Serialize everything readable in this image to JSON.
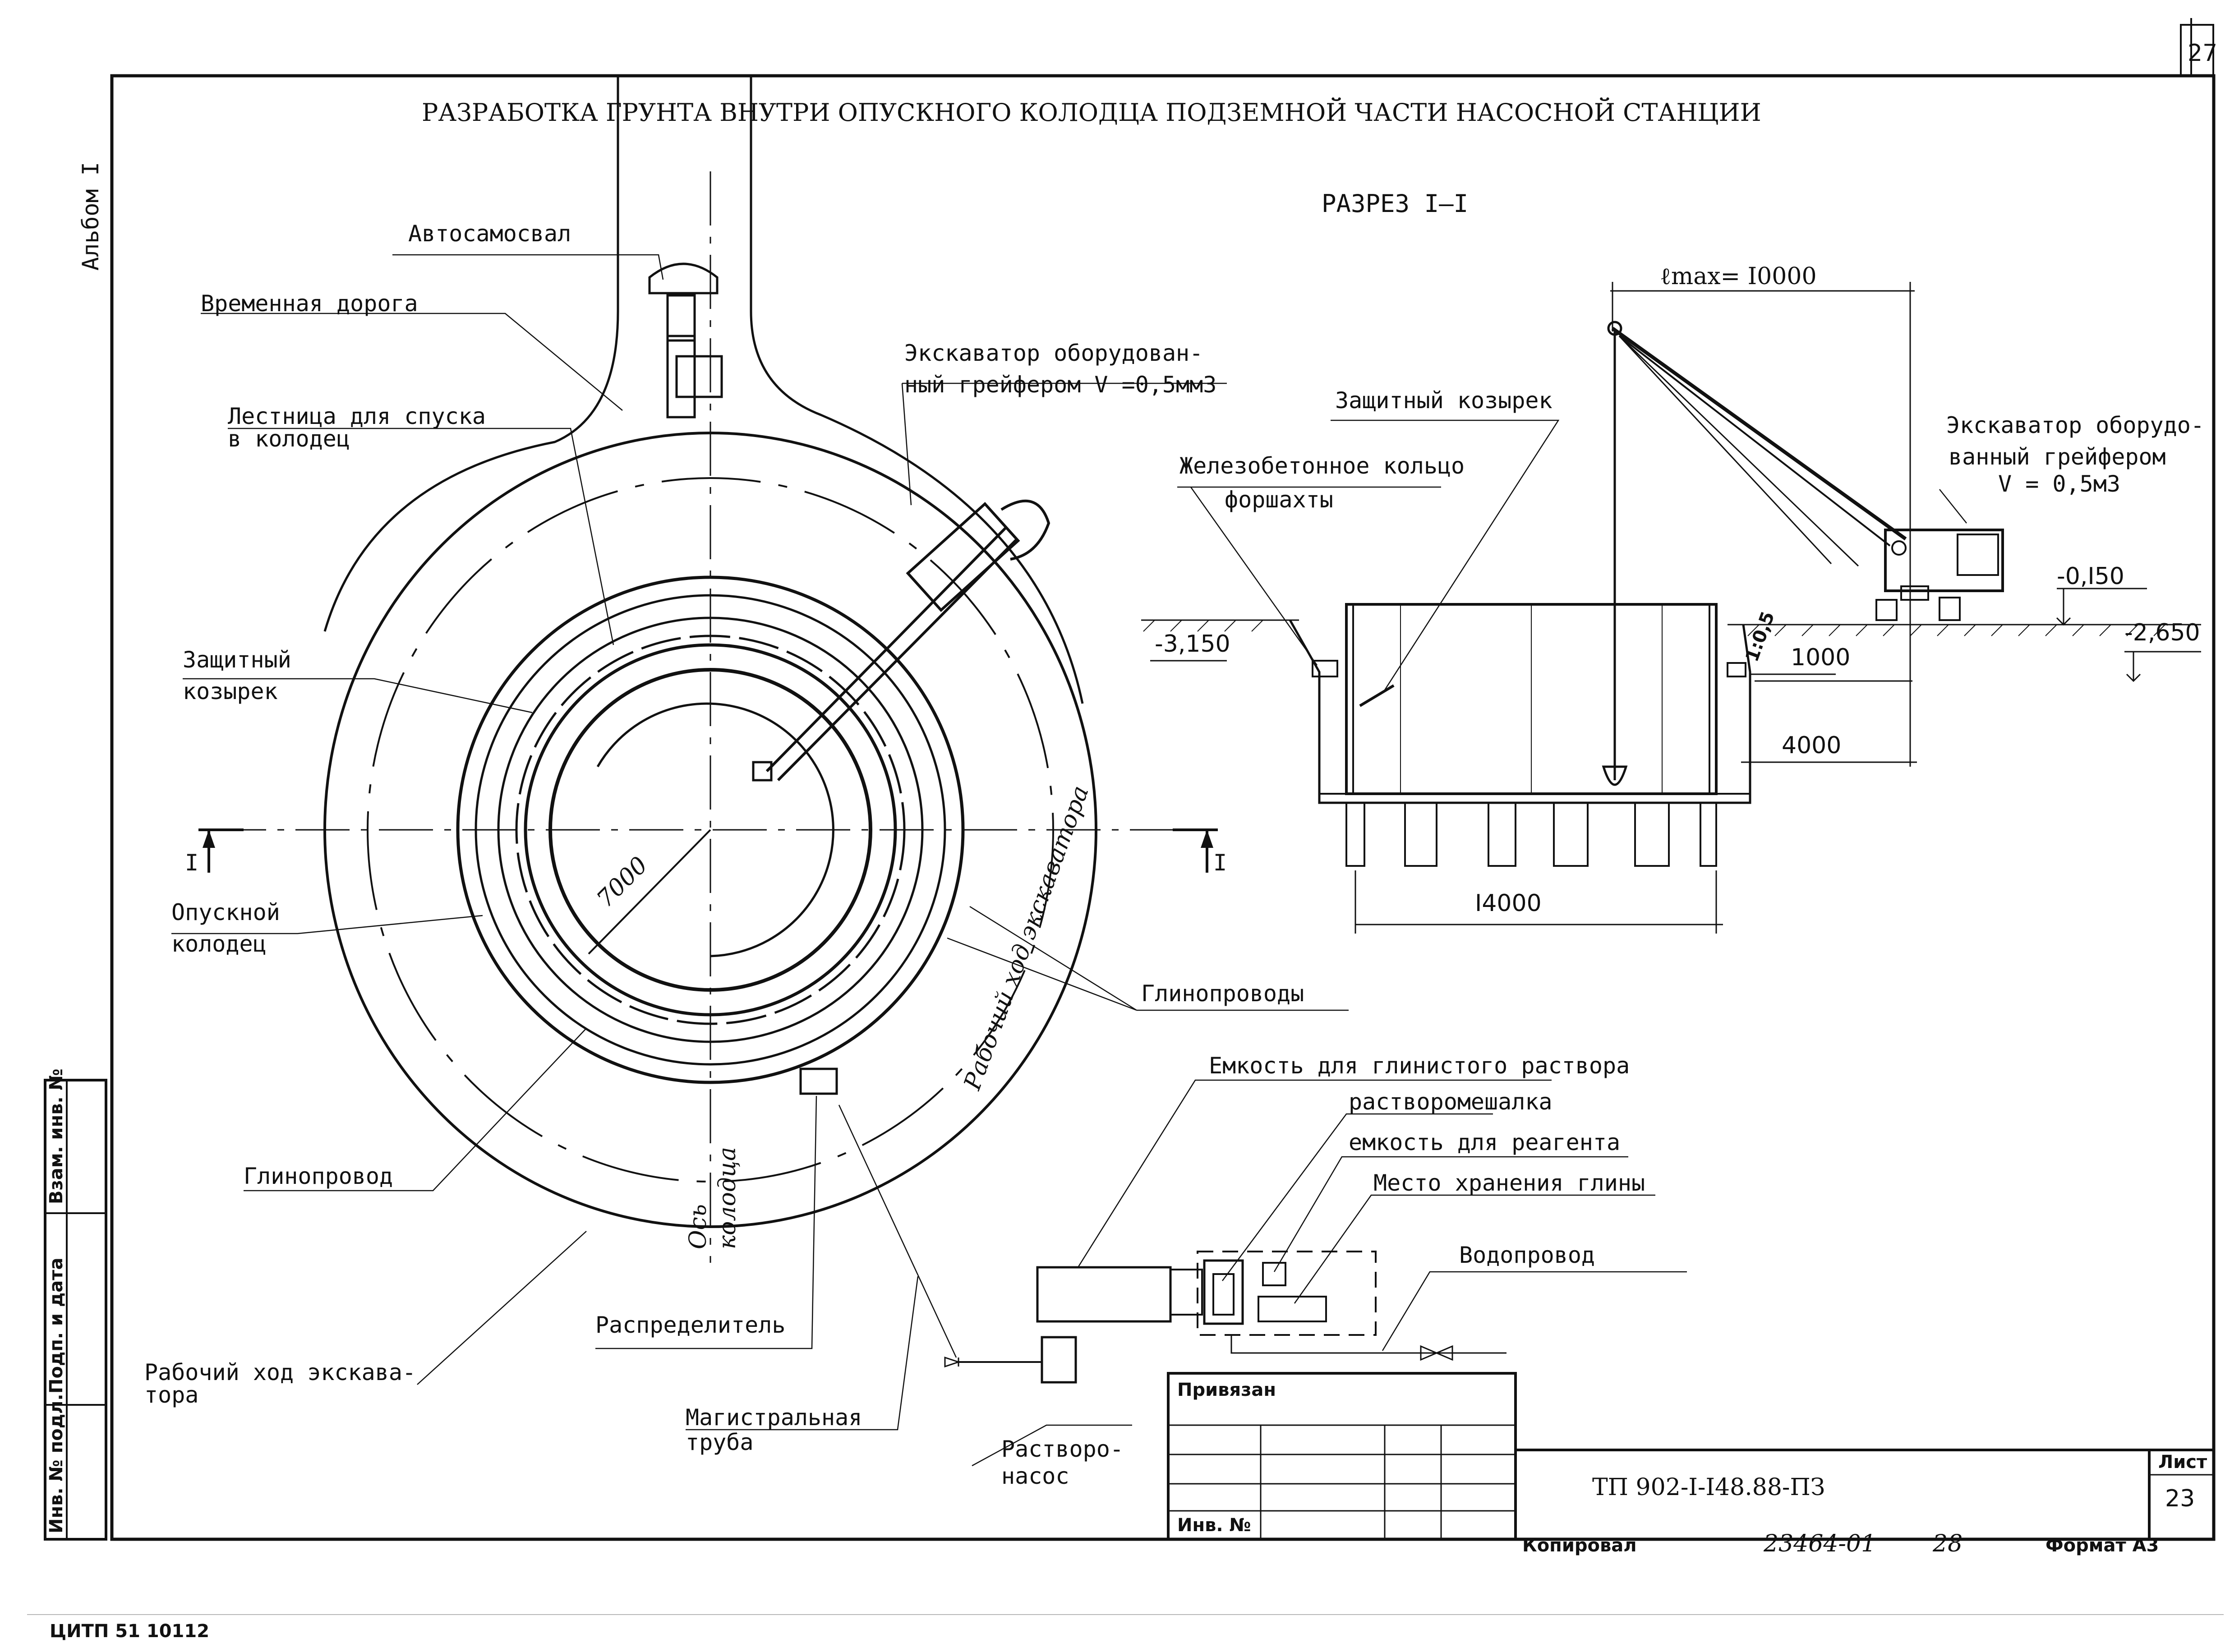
{
  "sheet": {
    "page_number": "27",
    "album": "Альбом I",
    "title": "РАЗРАБОТКА ГРУНТА ВНУТРИ ОПУСКНОГО КОЛОДЦА ПОДЗЕМНОЙ ЧАСТИ НАСОСНОЙ СТАНЦИИ",
    "printer_mark": "ЦИТП  51  10112"
  },
  "plan": {
    "labels": {
      "dump_truck": "Автосамосвал",
      "temp_road": "Временная дорога",
      "ladder_1": "Лестница для спуска",
      "ladder_2": "в колодец",
      "visor_1": "Защитный",
      "visor_2": "козырек",
      "caisson_1": "Опускной",
      "caisson_2": "колодец",
      "clay_pipe": "Глинопровод",
      "distributor": "Распределитель",
      "work_path_1": "Рабочий ход экскава-",
      "work_path_2": "тора",
      "main_pipe_1": "Магистральная",
      "main_pipe_2": "труба",
      "mortar_pump_1": "Растворо-",
      "mortar_pump_2": "насос",
      "clay_pipes": "Глинопроводы",
      "excavator_1": "Экскаватор  оборудован-",
      "excavator_2": "ный грейфером V =0,5мм3",
      "clay_tank": "Емкость для глинистого раствора",
      "mixer": "растворомешалка",
      "reagent_tank": "емкость для реагента",
      "clay_storage": "Место хранения глины",
      "water_pipe": "Водопровод",
      "section_mark_left": "I",
      "section_mark_right": "I",
      "radius": "7000",
      "arc_text": "Рабочий  ход  экскаватора",
      "axis_text_1": "Ось",
      "axis_text_2": "колодца"
    }
  },
  "section": {
    "title": "РАЗРЕЗ I–I",
    "lmax": "ℓmax= I0000",
    "visor": "Защитный козырек",
    "ring_1": "Железобетонное кольцо",
    "ring_2": "форшахты",
    "excavator_1": "Экскаватор оборудо-",
    "excavator_2": "ванный грейфером",
    "excavator_3": "V = 0,5м3",
    "level_1": "-0,I50",
    "level_2": "-2,650",
    "level_3": "-3,150",
    "dim_1000": "1000",
    "dim_4000": "4000",
    "dim_14000": "I4000",
    "slope": "1:0,5"
  },
  "stamp": {
    "tied": "Привязан",
    "inv": "Инв. №",
    "sheet_label": "Лист",
    "sheet_number": "23",
    "doc_code": "ТП 902-I-I48.88-ПЗ",
    "copied": "Копировал",
    "hand_number": "23464-01",
    "hand_page": "28",
    "format": "Формат А3",
    "side_1": "Взам. инв. №",
    "side_2": "Подп. и дата",
    "side_3": "Инв. № подл."
  }
}
